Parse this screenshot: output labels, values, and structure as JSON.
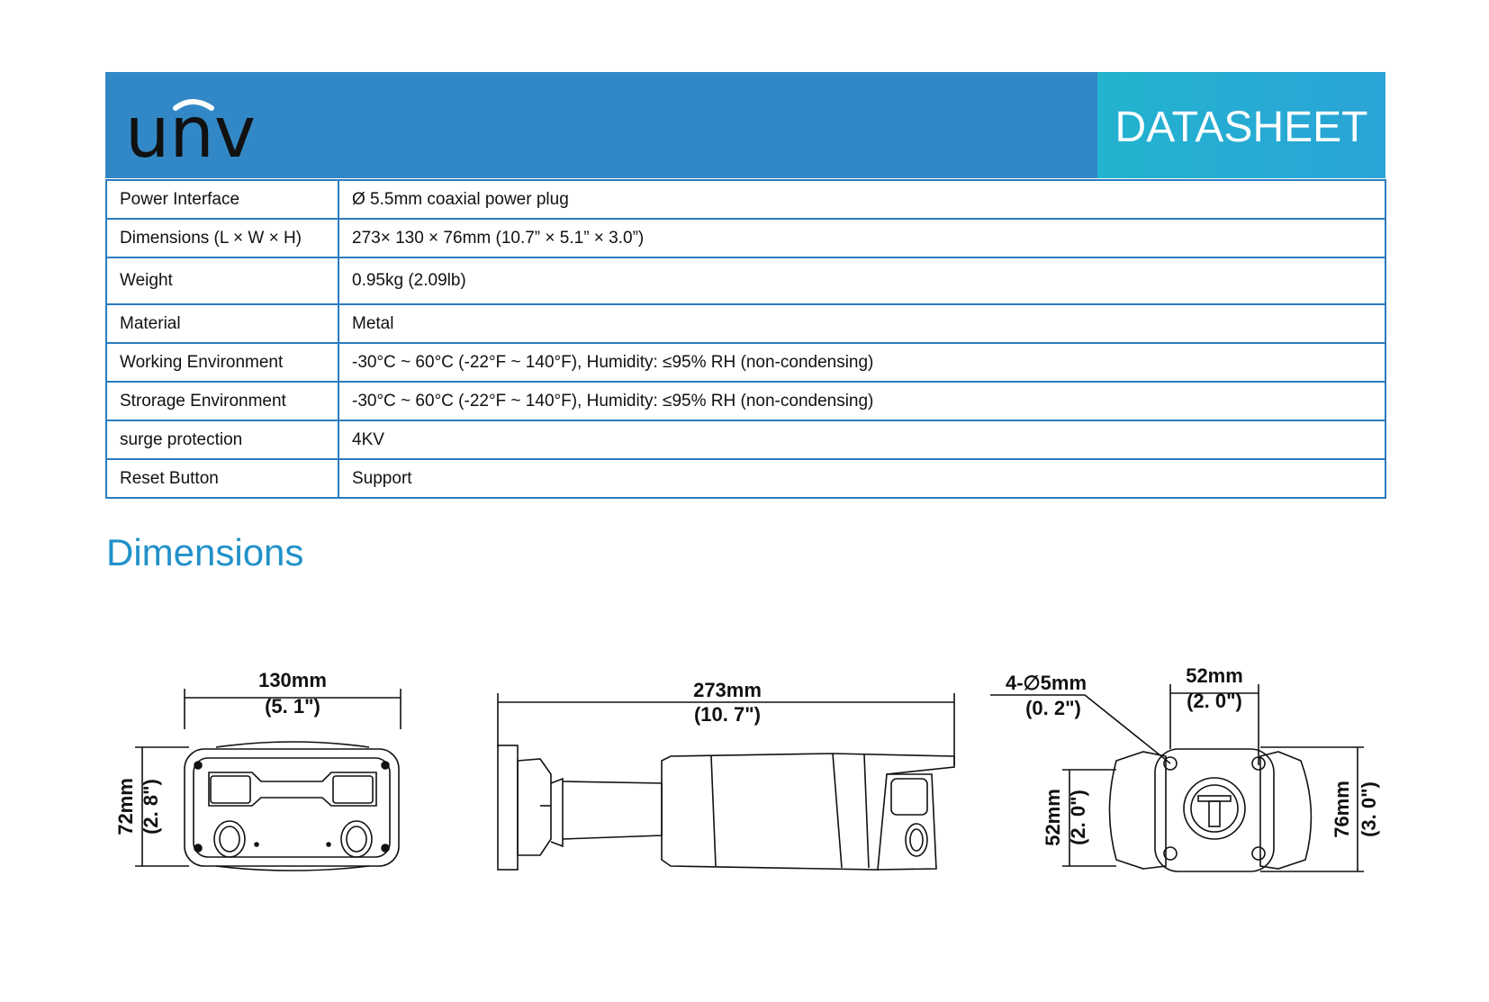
{
  "header": {
    "brand": "unv",
    "badge": "DATASHEET"
  },
  "specs": [
    {
      "label": "Power Interface",
      "value": "Ø 5.5mm coaxial power plug"
    },
    {
      "label": "Dimensions (L × W × H)",
      "value": "273× 130 × 76mm (10.7” × 5.1” × 3.0”)"
    },
    {
      "label": "Weight",
      "value": "0.95kg (2.09lb)"
    },
    {
      "label": "Material",
      "value": "Metal"
    },
    {
      "label": "Working Environment",
      "value": "-30°C ~ 60°C (-22°F ~ 140°F), Humidity: ≤95% RH (non-condensing)"
    },
    {
      "label": "Strorage Environment",
      "value": "-30°C ~ 60°C (-22°F ~ 140°F), Humidity: ≤95% RH (non-condensing)"
    },
    {
      "label": "surge protection",
      "value": "4KV"
    },
    {
      "label": "Reset Button",
      "value": "Support"
    }
  ],
  "section": {
    "title": "Dimensions"
  },
  "drawing": {
    "front_width_mm": "130mm",
    "front_width_in": "(5. 1\")",
    "front_height_mm": "72mm",
    "front_height_in": "(2. 8\")",
    "side_length_mm": "273mm",
    "side_length_in": "(10. 7\")",
    "hole_mm": "4-∅5mm",
    "hole_in": "(0. 2\")",
    "base_width_mm": "52mm",
    "base_width_in": "(2. 0\")",
    "base_height_mm": "52mm",
    "base_height_in": "(2. 0\")",
    "mount_height_mm": "76mm",
    "mount_height_in": "(3. 0\")"
  }
}
